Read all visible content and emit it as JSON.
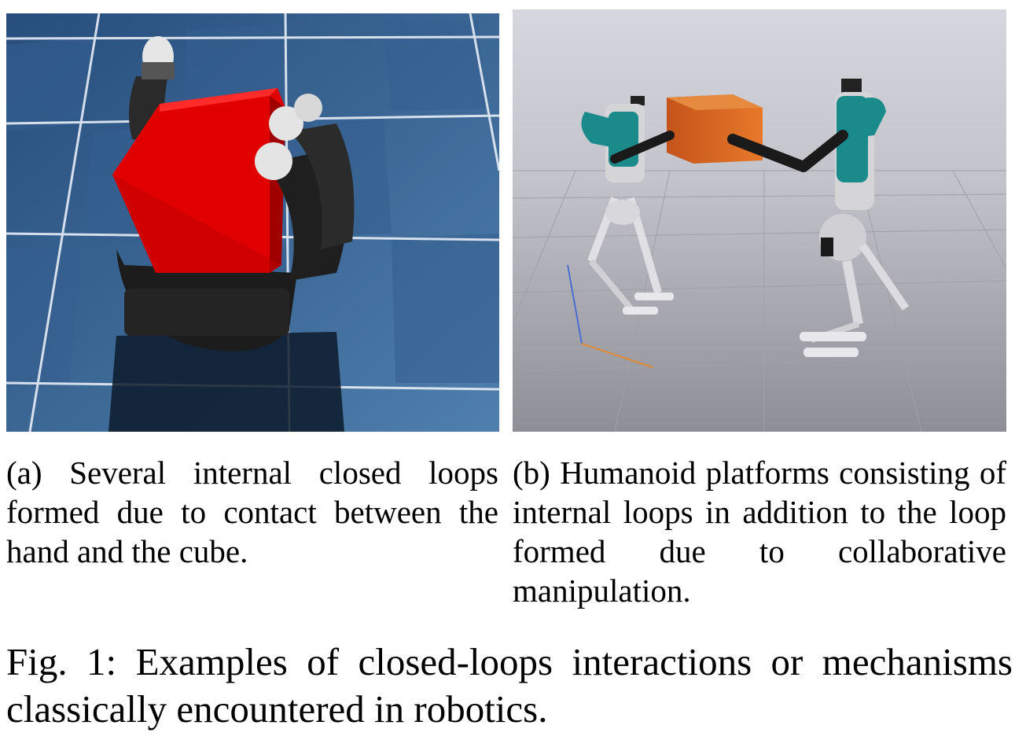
{
  "figure": {
    "label": "Fig. 1:",
    "caption": "Examples of closed-loops interactions or mechanisms classically encountered in robotics."
  },
  "subfigures": [
    {
      "tag": "(a)",
      "caption": "Several internal closed loops formed due to contact between the hand and the cube.",
      "image_description_colors": {
        "floor": "#3d6a99",
        "cube": "#e00000",
        "hand": "#1e1e1e"
      }
    },
    {
      "tag": "(b)",
      "caption": "Humanoid platforms consisting of internal loops in addition to the loop formed due to collaborative manipulation.",
      "image_description_colors": {
        "background": "#c9c9d2",
        "box": "#d8641e",
        "robot_torso": "#1a8a8a"
      }
    }
  ]
}
